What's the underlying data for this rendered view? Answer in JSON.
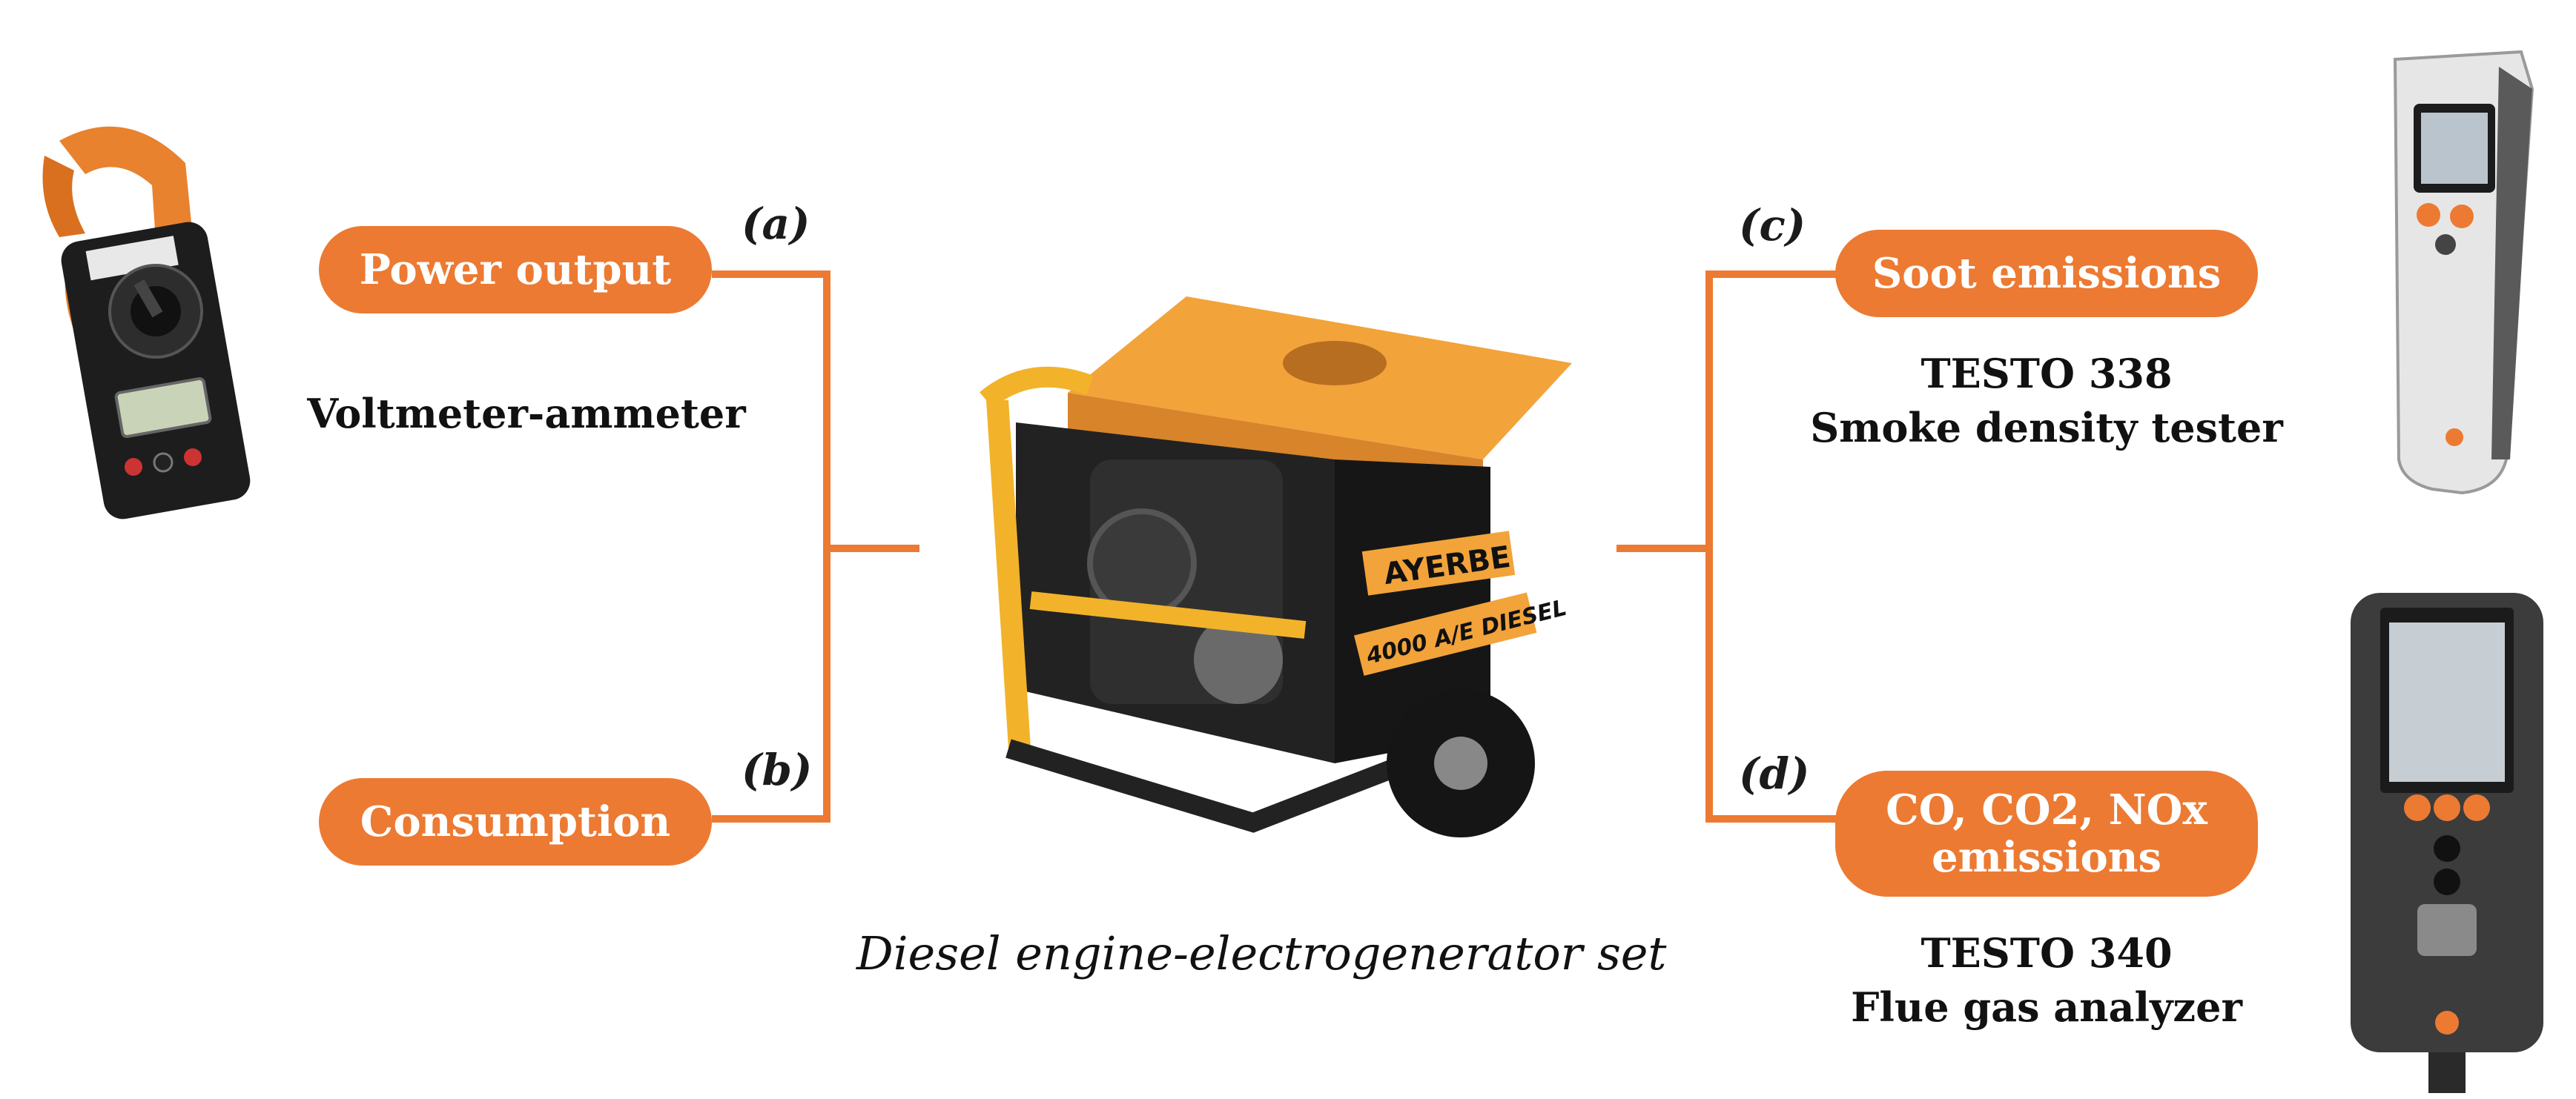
{
  "left": {
    "power_output": {
      "tag": "(a)",
      "label": "Power output"
    },
    "consumption": {
      "tag": "(b)",
      "label": "Consumption"
    },
    "instrument": "Voltmeter-ammeter"
  },
  "center": {
    "caption": "Diesel engine-electrogenerator set",
    "brand": "AYERBE",
    "model": "4000 A/E DIESEL"
  },
  "right": {
    "soot": {
      "tag": "(c)",
      "label": "Soot emissions",
      "instrument_line1": "TESTO 338",
      "instrument_line2": "Smoke density tester"
    },
    "gases": {
      "tag": "(d)",
      "label_line1": "CO, CO2, NOx",
      "label_line2": "emissions",
      "instrument_line1": "TESTO 340",
      "instrument_line2": "Flue gas analyzer"
    }
  },
  "colors": {
    "accent": "#ec7a32",
    "generator_body": "#f2a33a"
  },
  "icons": [
    "clamp-meter-icon",
    "generator-icon",
    "smoke-tester-icon",
    "gas-analyzer-icon"
  ]
}
